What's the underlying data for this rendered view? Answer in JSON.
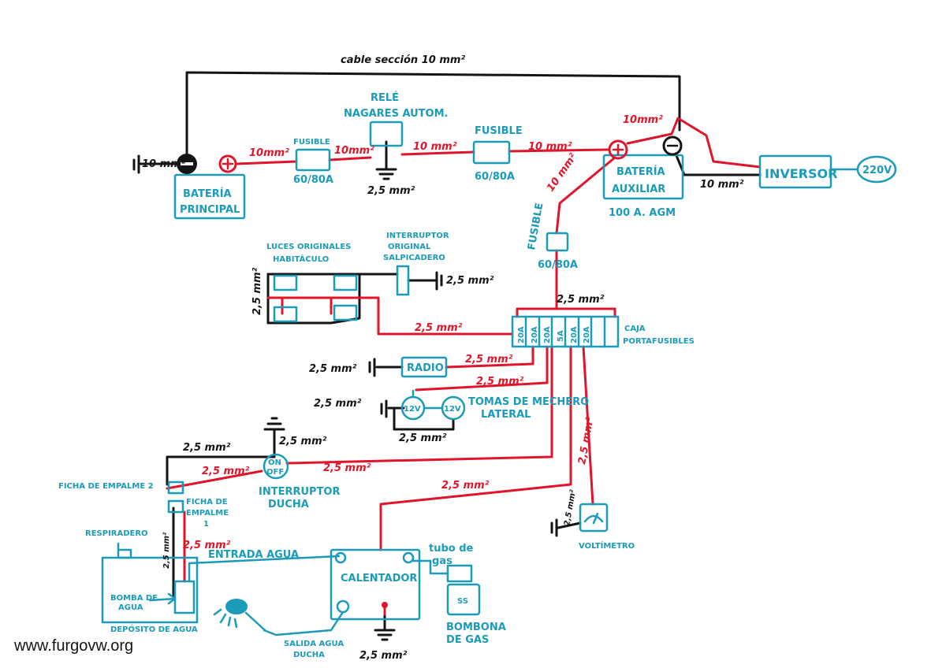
{
  "labels": {
    "cable_top": "cable sección 10 mm²",
    "bat_principal_l1": "BATERÍA",
    "bat_principal_l2": "PRINCIPAL",
    "bat_aux_l1": "BATERÍA",
    "bat_aux_l2": "AUXILIAR",
    "bat_aux_spec": "100 A. AGM",
    "rele_l1": "RELÉ",
    "rele_l2": "NAGARES AUTOM.",
    "fusible_1": "FUSIBLE",
    "fusible_1_rating": "60/80A",
    "fusible_2": "FUSIBLE",
    "fusible_2_rating": "60/80A",
    "fusible_3": "FUSIBLE",
    "fusible_3_rating": "60/80A",
    "inversor": "INVERSOR",
    "v220": "220V",
    "w_10_gnd_left": "10 mm²",
    "w_10_a": "10mm²",
    "w_10_b": "10mm²",
    "w_10_c": "10 mm²",
    "w_10_d": "10 mm²",
    "w_10_e": "10mm²",
    "w_10_f": "10 mm²",
    "w_25_rele_gnd": "2,5 mm²",
    "luces_l1": "LUCES ORIGINALES",
    "luces_l2": "HABITÁCULO",
    "interr_l1": "INTERRUPTOR",
    "interr_l2": "ORIGINAL",
    "interr_l3": "SALPICADERO",
    "w_25_interr_gnd": "2,5 mm²",
    "w_25_luces": "2,5 mm²",
    "w_25_luces_red": "2,5 mm²",
    "w_25_caja_top": "2,5 mm²",
    "caja_l1": "CAJA",
    "caja_l2": "PORTAFUSIBLES",
    "fuses": [
      "20A",
      "20A",
      "20A",
      "5A",
      "20A",
      "20A",
      "",
      ""
    ],
    "radio": "RADIO",
    "w_25_radio_gnd": "2,5 mm²",
    "w_25_radio": "2,5 mm²",
    "w_25_mechero_gnd": "2,5 mm²",
    "w_25_mechero": "2,5 mm²",
    "v12_a": "12V",
    "v12_b": "12V",
    "tomas_l1": "TOMAS DE MECHERO",
    "tomas_l2": "LATERAL",
    "w_25_tomas_bottom": "2,5 mm²",
    "w_25_bomba_top": "2,5 mm²",
    "w_25_interr_ducha_gnd": "2,5 mm²",
    "on": "ON",
    "off": "OFF",
    "interr_ducha_l1": "INTERRUPTOR",
    "interr_ducha_l2": "DUCHA",
    "w_25_red_bomba": "2,5 mm²",
    "w_25_red_ducha": "2,5 mm²",
    "w_25_calentador": "2,5 mm²",
    "w_25_volt_red": "2,5 mm²",
    "ficha_2": "FICHA DE EMPALME 2",
    "ficha_1_l1": "FICHA DE",
    "ficha_1_l2": "EMPALME",
    "ficha_1_l3": "1",
    "w_25_bomba_v": "2,5 mm²",
    "w_25_bomba_red_v": "2,5 mm²",
    "respiradero": "RESPIRADERO",
    "entrada_agua": "ENTRADA AGUA",
    "calentador": "CALENTADOR",
    "tubo_l1": "tubo de",
    "tubo_l2": "gas",
    "bombona_l1": "BOMBONA",
    "bombona_l2": "DE GAS",
    "bombona_mark": "SS",
    "bomba_l1": "BOMBA DE",
    "bomba_l2": "AGUA",
    "deposito": "DEPÓSITO DE AGUA",
    "salida_l1": "SALIDA AGUA",
    "salida_l2": "DUCHA",
    "w_25_cal_gnd": "2,5 mm²",
    "w_25_volt_gnd": "2,5 mm²",
    "voltimetro": "VOLTÍMETRO",
    "site": "www.furgovw.org"
  },
  "colors": {
    "ink_black": "#141414",
    "ink_red": "#e0142a",
    "ink_cyan": "#1b9bb8"
  },
  "icons": [
    "ground-symbol",
    "plus-terminal",
    "minus-terminal",
    "shower-head-icon",
    "voltmeter-icon"
  ]
}
